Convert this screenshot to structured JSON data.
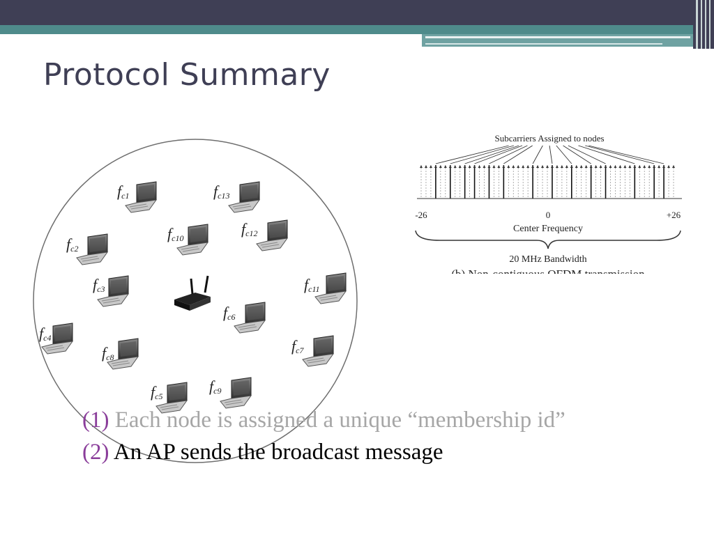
{
  "slide": {
    "title": "Protocol Summary",
    "colors": {
      "header_dark": "#3f3f55",
      "header_teal": "#4f8b8b",
      "number": "#8a3d9a",
      "dim_text": "#a6a6a6"
    }
  },
  "network_diagram": {
    "nodes": [
      "f",
      "c1",
      "f",
      "c13",
      "f",
      "c10",
      "f",
      "c12",
      "f",
      "c2",
      "f",
      "c3",
      "f",
      "c11",
      "f",
      "c6",
      "f",
      "c4",
      "f",
      "c7",
      "f",
      "c8",
      "f",
      "c5",
      "f",
      "c9"
    ],
    "node_labels": [
      {
        "f": "f",
        "sub": "c1"
      },
      {
        "f": "f",
        "sub": "c13"
      },
      {
        "f": "f",
        "sub": "c10"
      },
      {
        "f": "f",
        "sub": "c12"
      },
      {
        "f": "f",
        "sub": "c2"
      },
      {
        "f": "f",
        "sub": "c3"
      },
      {
        "f": "f",
        "sub": "c11"
      },
      {
        "f": "f",
        "sub": "c6"
      },
      {
        "f": "f",
        "sub": "c4"
      },
      {
        "f": "f",
        "sub": "c7"
      },
      {
        "f": "f",
        "sub": "c8"
      },
      {
        "f": "f",
        "sub": "c5"
      },
      {
        "f": "f",
        "sub": "c9"
      }
    ],
    "center_icon": "wireless-router-icon",
    "node_icon": "laptop-icon"
  },
  "frequency_figure": {
    "top_label": "Subcarriers Assigned to nodes",
    "left_tick": "-26",
    "center_tick": "0",
    "right_tick": "+26",
    "axis_label": "Center Frequency",
    "bandwidth_label": "20 MHz Bandwidth",
    "cut_caption": "(b) Non-contiguous OFDM transmission"
  },
  "bullets": [
    {
      "num": "(1)",
      "text": "Each node is assigned a unique “membership id”"
    },
    {
      "num": "(2)",
      "text": "An AP sends the broadcast message"
    }
  ]
}
